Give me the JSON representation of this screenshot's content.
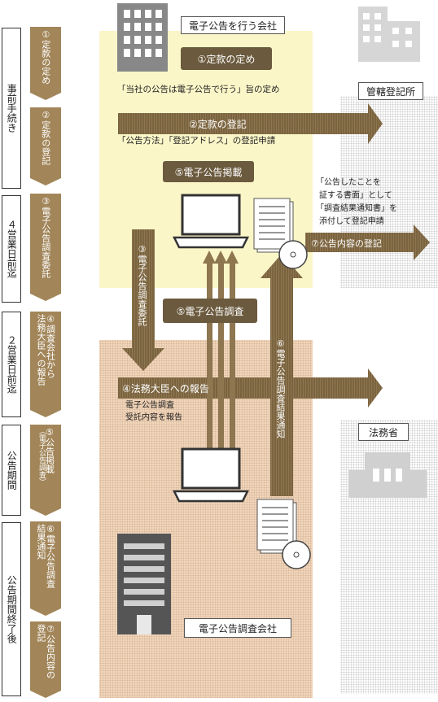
{
  "phases": [
    {
      "label": "事前手続き"
    },
    {
      "label": "４営業日前迄"
    },
    {
      "label": "２営業日前迄"
    },
    {
      "label": "公告期間"
    },
    {
      "label": "公告期間終了後"
    }
  ],
  "tags": [
    {
      "col1": "①定款の定め",
      "col2": ""
    },
    {
      "col1": "②定款の登記",
      "col2": ""
    },
    {
      "col1": "③電子公告調査委託",
      "col2": ""
    },
    {
      "col1": "④調査会社から",
      "col2": "法務大臣への報告"
    },
    {
      "col1": "⑤公告掲載",
      "col2": "（電子公告調査）"
    },
    {
      "col1": "⑥電子公告調査",
      "col2": "結果通知"
    },
    {
      "col1": "⑦公告内容の",
      "col2": "登記"
    }
  ],
  "entities": {
    "company": "電子公告を行う会社",
    "registry": "管轄登記所",
    "moj": "法務省",
    "survey_company": "電子公告調査会社"
  },
  "steps": {
    "s1": "①定款の定め",
    "s1_note": "「当社の公告は電子公告で行う」旨の定め",
    "s2": "②定款の登記",
    "s2_note": "「公告方法」「登記アドレス」の登記申請",
    "s5a": "⑤電子公告掲載",
    "s3": "③電子公告調査委託",
    "s5b": "⑤電子公告調査",
    "s4": "④法務大臣への報告",
    "s4_note1": "電子公告調査",
    "s4_note2": "受託内容を報告",
    "s6": "⑥電子公告調査結果通知",
    "s7": "⑦公告内容の登記",
    "s7_note1": "「公告したことを",
    "s7_note2": "証する書面」として",
    "s7_note3": "「調査結果通知書」を",
    "s7_note4": "添付して登記申請"
  },
  "colors": {
    "arrow": "#7a6440",
    "tag": "#a2865a",
    "company_zone": "#fbf6c8",
    "survey_zone": "#f1d6bc",
    "building": "#888888"
  }
}
